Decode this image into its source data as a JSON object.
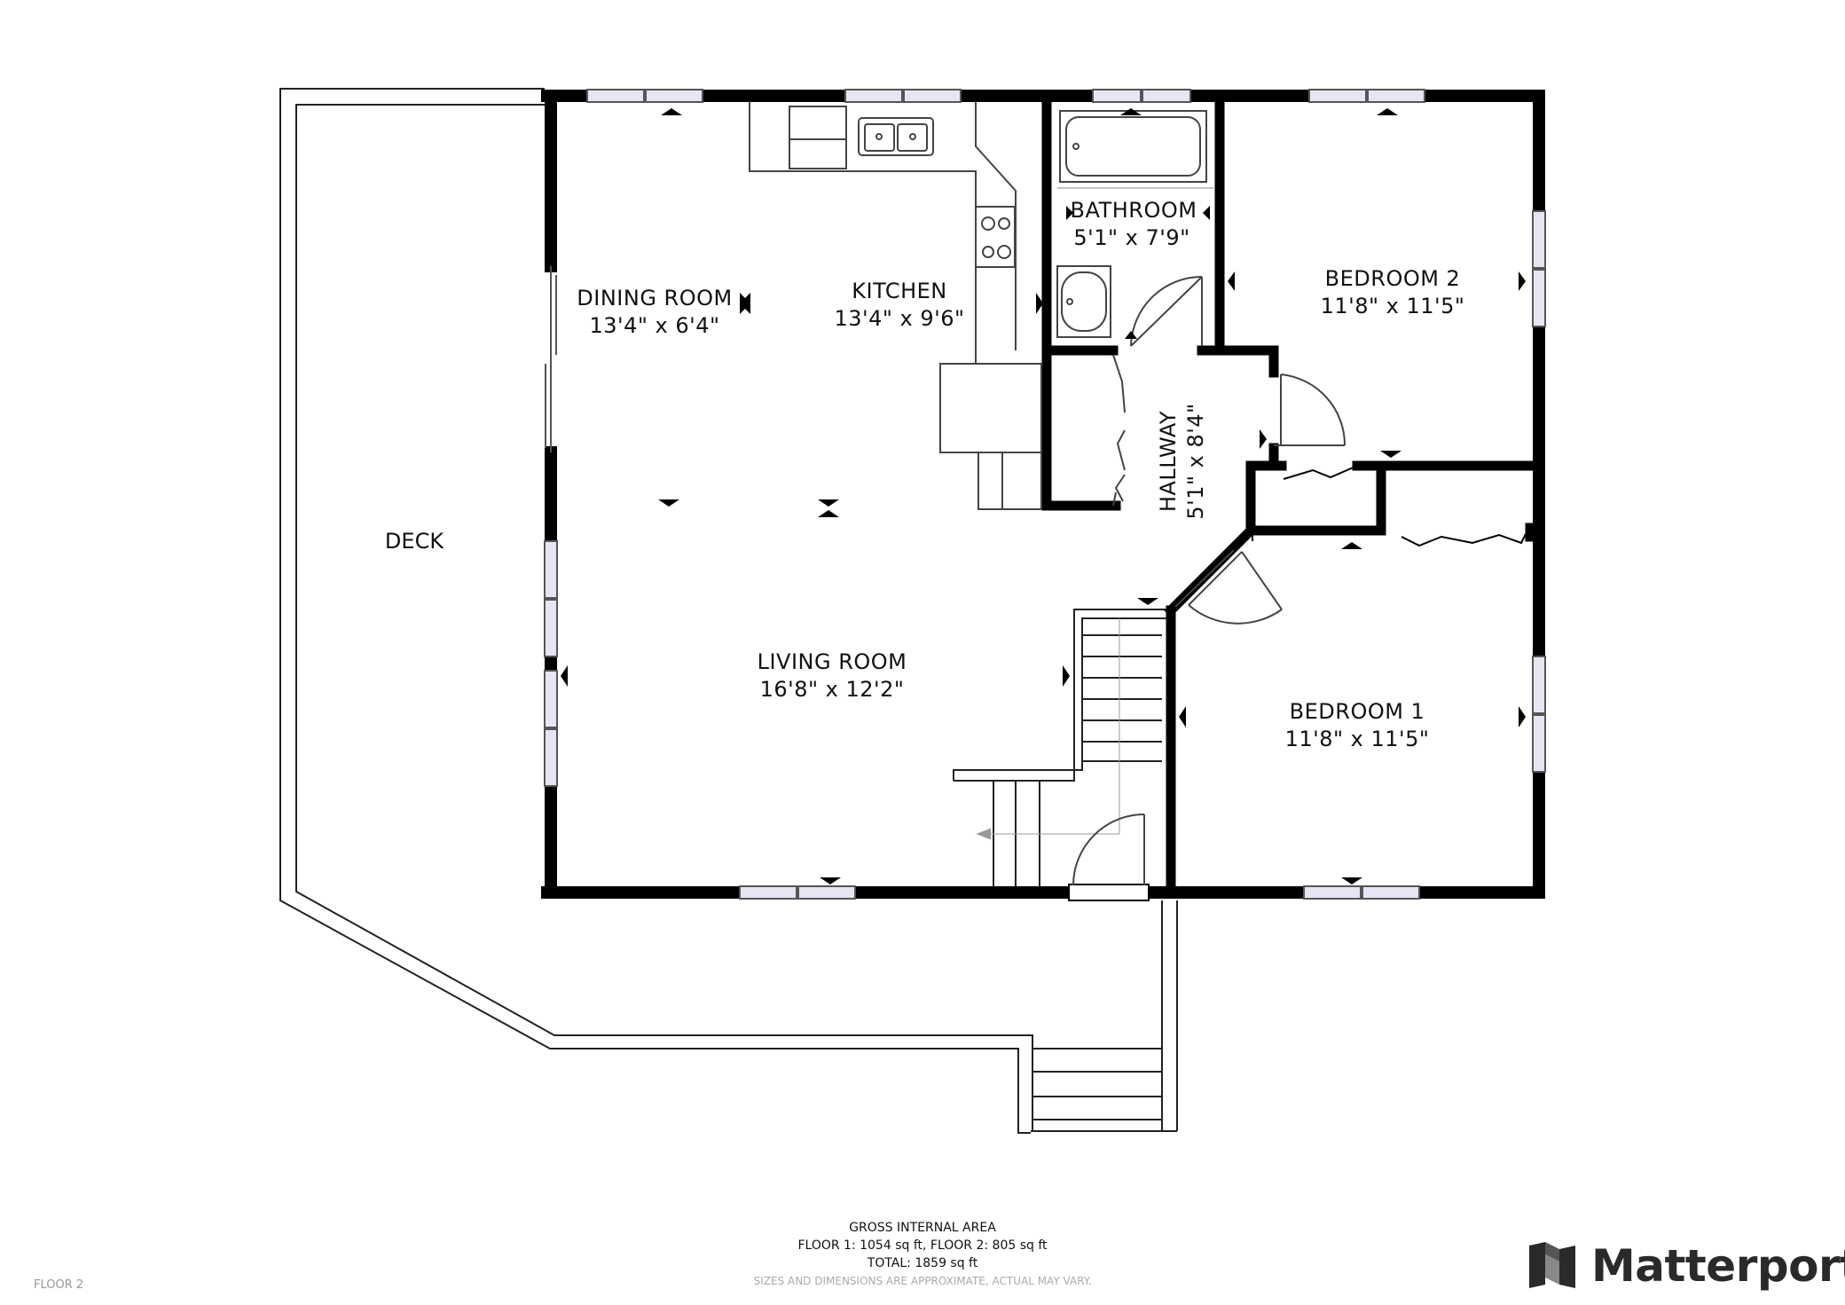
{
  "rooms": {
    "dining_room": {
      "name": "DINING ROOM",
      "dims": "13'4\" x 6'4\""
    },
    "kitchen": {
      "name": "KITCHEN",
      "dims": "13'4\" x 9'6\""
    },
    "bathroom": {
      "name": "BATHROOM",
      "dims": "5'1\" x 7'9\""
    },
    "bedroom_2": {
      "name": "BEDROOM 2",
      "dims": "11'8\" x 11'5\""
    },
    "hallway": {
      "name": "HALLWAY",
      "dims": "5'1\" x 8'4\""
    },
    "living_room": {
      "name": "LIVING ROOM",
      "dims": "16'8\" x 12'2\""
    },
    "bedroom_1": {
      "name": "BEDROOM 1",
      "dims": "11'8\" x 11'5\""
    },
    "deck": {
      "name": "DECK"
    }
  },
  "area": {
    "title": "GROSS INTERNAL AREA",
    "floors": "FLOOR 1: 1054 sq ft, FLOOR 2: 805 sq ft",
    "total": "TOTAL: 1859 sq ft",
    "disclaimer": "SIZES AND DIMENSIONS ARE APPROXIMATE, ACTUAL MAY VARY."
  },
  "floor_tag": "FLOOR 2",
  "brand": {
    "name": "Matterport",
    "icon": "matterport-logo-icon"
  },
  "colors": {
    "wall": "#000000",
    "window": "#d9d4ea",
    "line": "#333333"
  }
}
